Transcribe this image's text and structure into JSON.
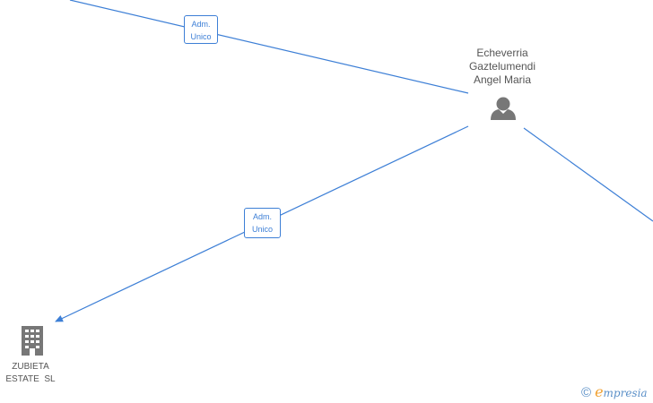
{
  "person": {
    "name_line1": "Echeverria",
    "name_line2": "Gaztelumendi",
    "name_line3": "Angel Maria",
    "icon": "person-icon"
  },
  "company": {
    "name_line1": "ZUBIETA",
    "name_line2": "ESTATE  SL",
    "icon": "building-icon"
  },
  "edges": [
    {
      "role_line1": "Adm.",
      "role_line2": "Unico"
    },
    {
      "role_line1": "Adm.",
      "role_line2": "Unico"
    }
  ],
  "footer": {
    "copyright_symbol": "©",
    "brand_initial": "e",
    "brand_rest": "mpresia"
  },
  "colors": {
    "edge": "#3d7fd6",
    "icon": "#777777",
    "text": "#555555",
    "brand_orange": "#f0a030"
  }
}
